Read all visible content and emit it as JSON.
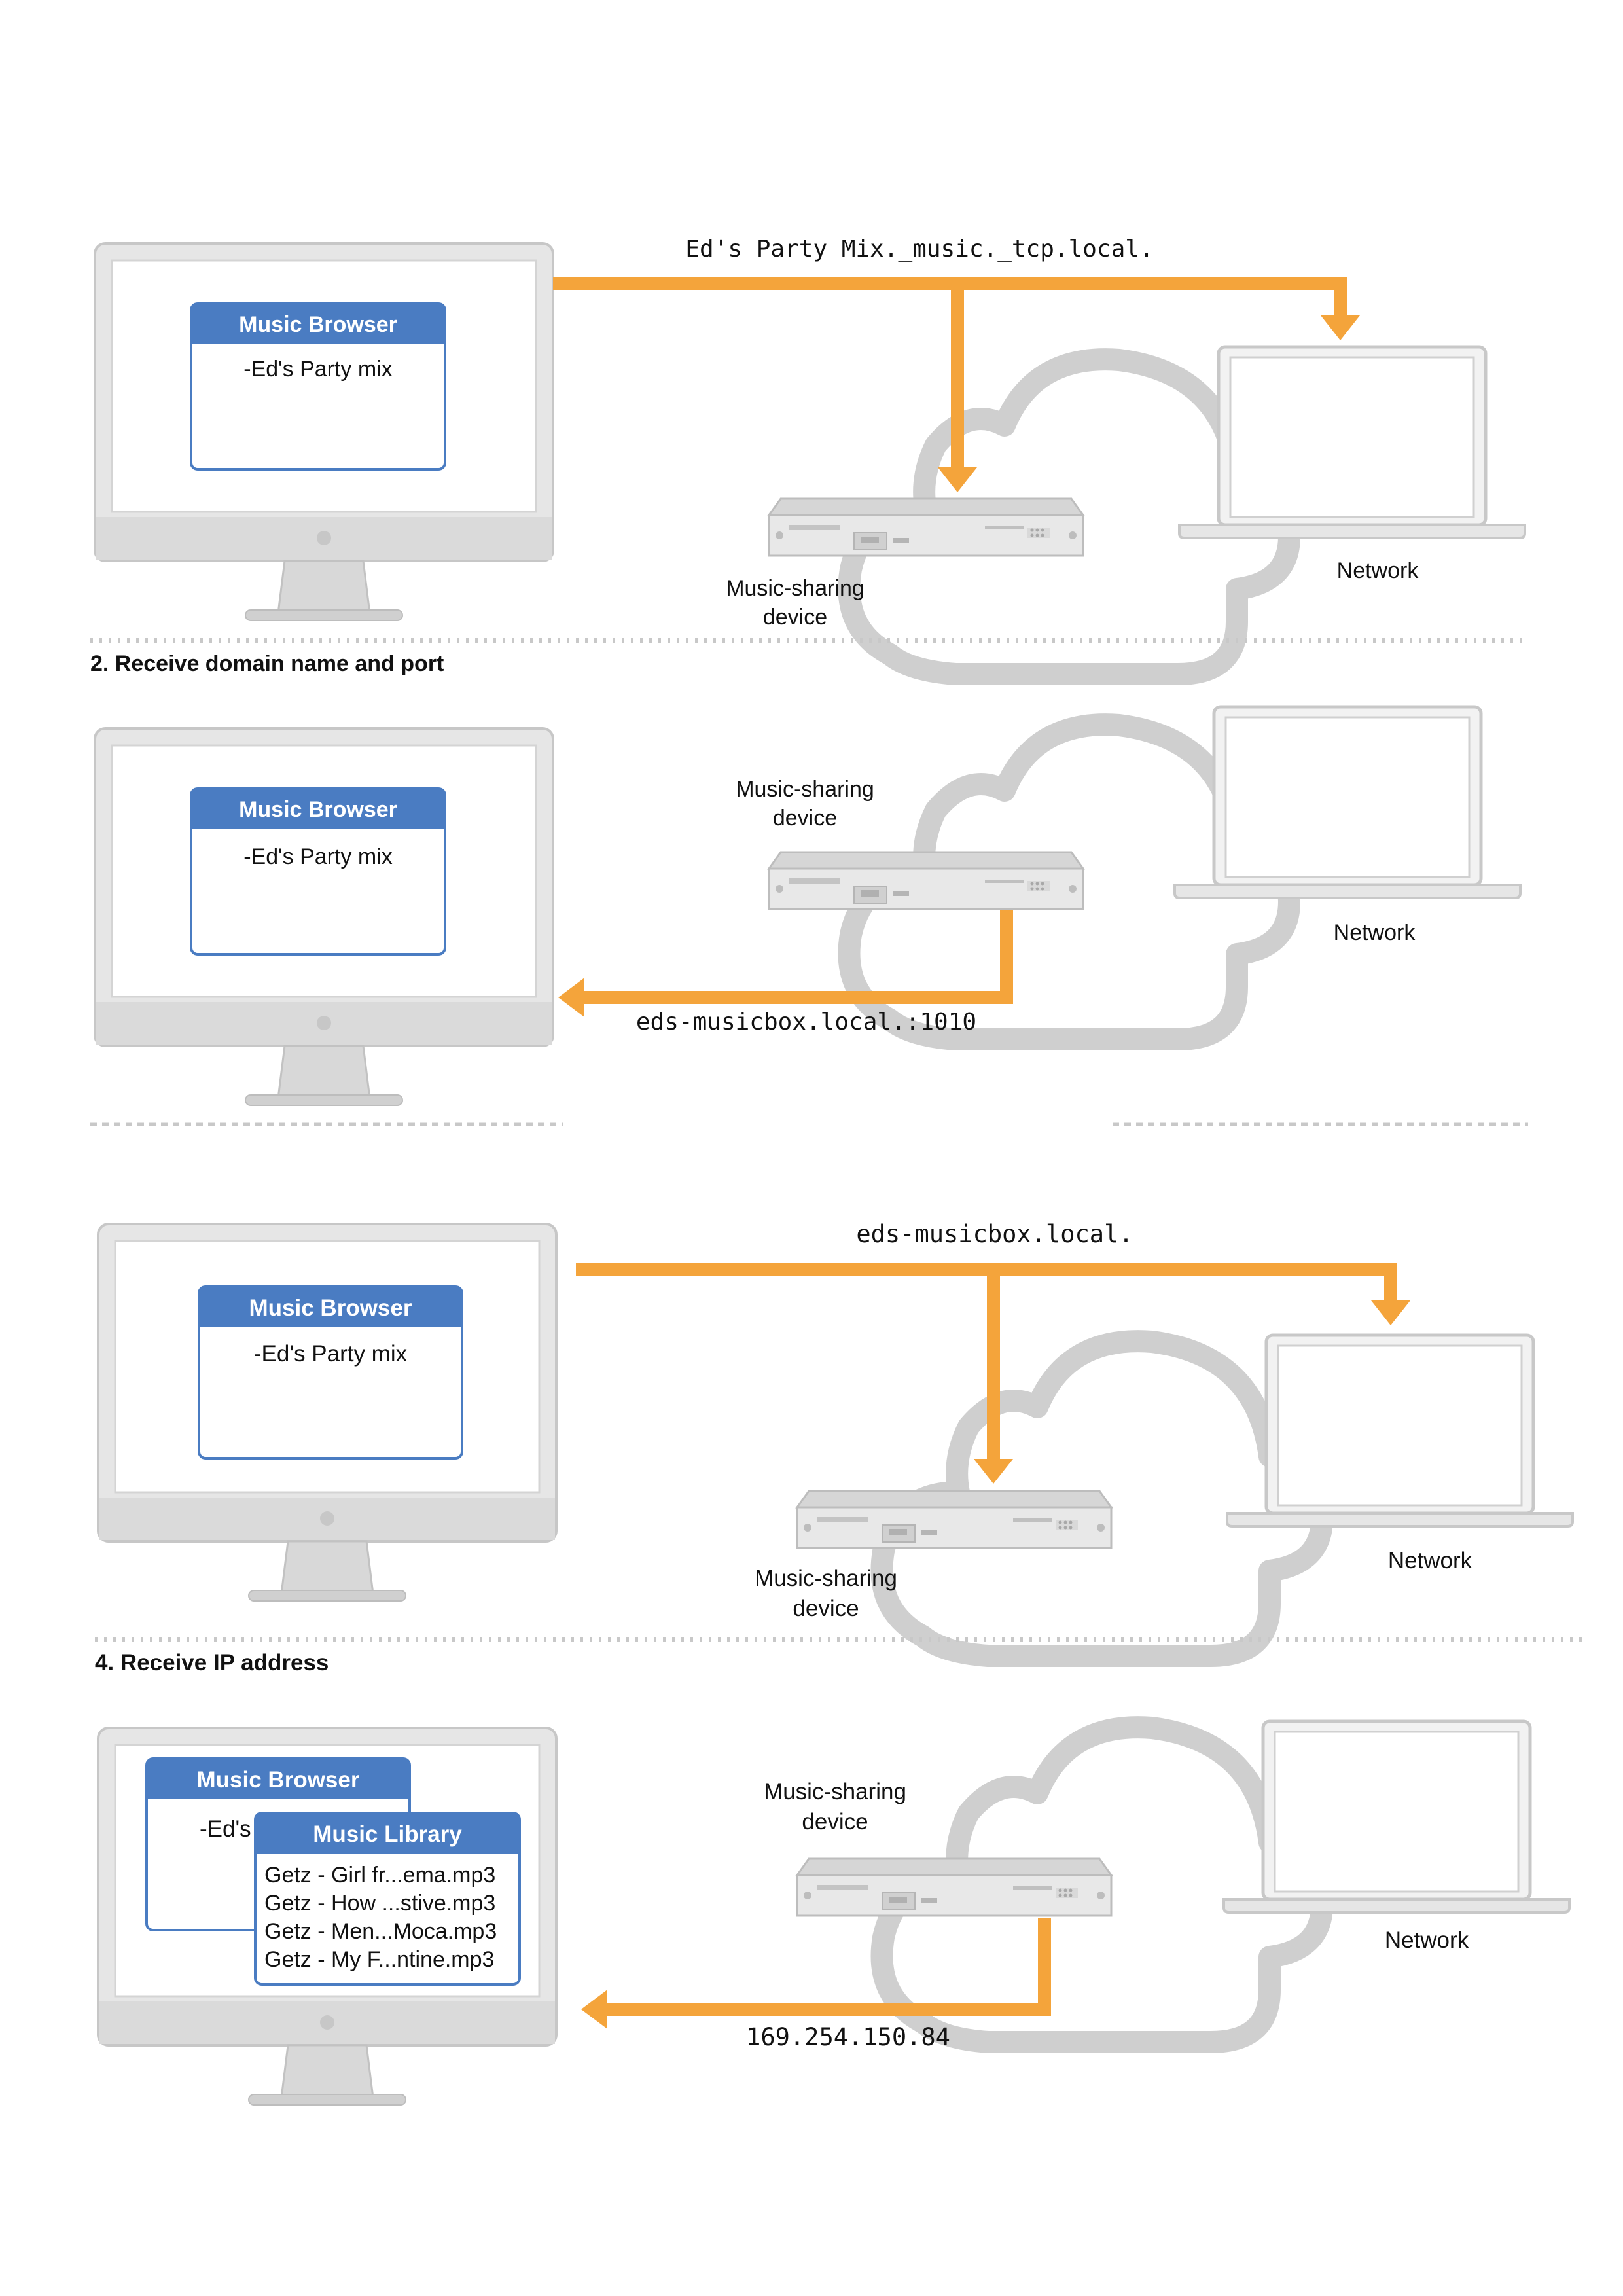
{
  "colors": {
    "arrow": "#F4A43B",
    "panel_header": "#4A7CC2",
    "device_gray": "#C8C8C8",
    "cloud_gray": "#CFCFCF",
    "text": "#111111"
  },
  "labels": {
    "device": "Music-sharing device",
    "network": "Network",
    "app_window_title": "Music Browser",
    "app_window_item": "-Ed's Party mix",
    "app_window_item_truncated": "-Ed's"
  },
  "steps": [
    {
      "heading": "",
      "message": "Ed's Party Mix._music._tcp.local.",
      "direction": "out"
    },
    {
      "heading": "2. Receive domain name and port",
      "message": "eds-musicbox.local.:1010",
      "direction": "in"
    },
    {
      "heading": "",
      "message": "eds-musicbox.local.",
      "direction": "out"
    },
    {
      "heading": "4. Receive IP address",
      "message": "169.254.150.84",
      "direction": "in"
    }
  ],
  "library_window": {
    "title": "Music Library",
    "items": [
      "Getz - Girl fr...ema.mp3",
      "Getz - How ...stive.mp3",
      "Getz - Men...Moca.mp3",
      "Getz - My F...ntine.mp3"
    ]
  },
  "icons": [
    "desktop-computer-icon",
    "cloud-icon",
    "server-device-icon",
    "laptop-icon",
    "arrow-icon"
  ]
}
